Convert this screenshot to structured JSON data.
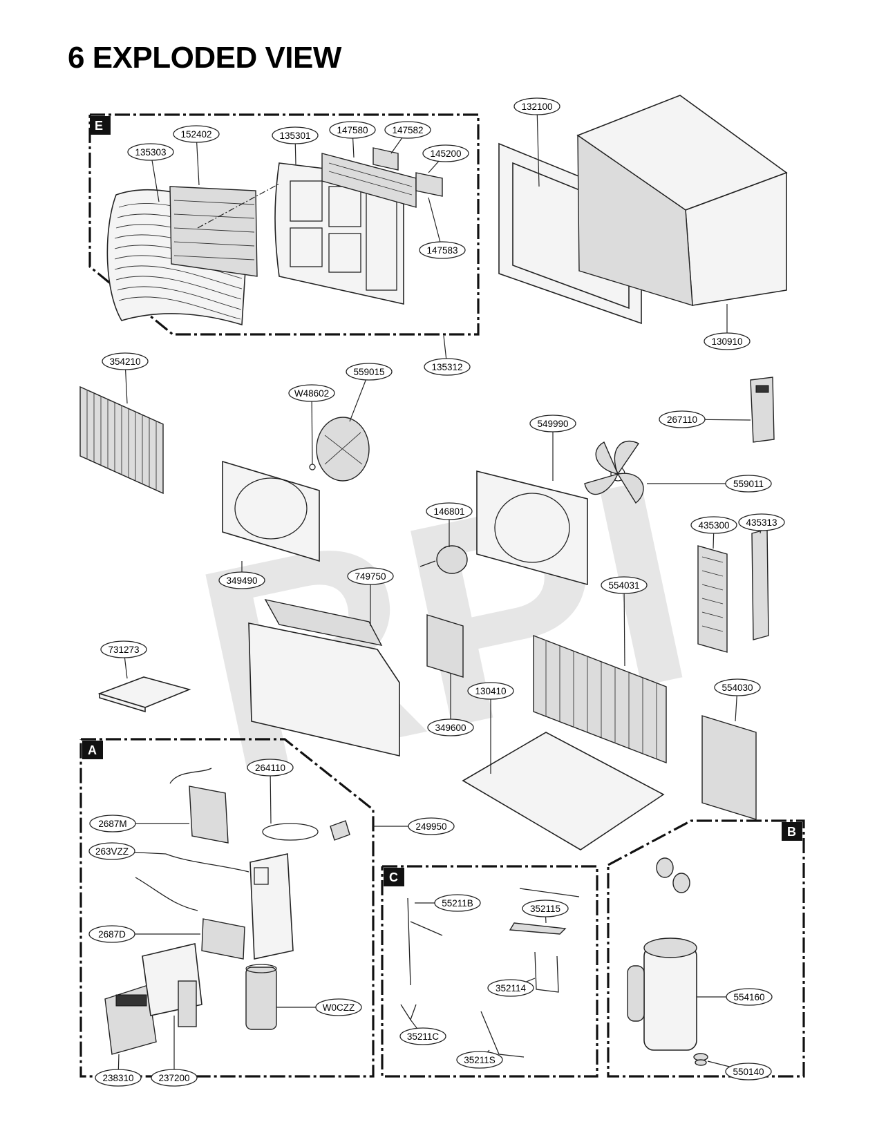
{
  "page": {
    "title": "6  EXPLODED VIEW",
    "watermark": "RPI"
  },
  "sections": [
    {
      "id": "E",
      "label": "E"
    },
    {
      "id": "A",
      "label": "A"
    },
    {
      "id": "B",
      "label": "B"
    },
    {
      "id": "C",
      "label": "C"
    }
  ],
  "callouts": [
    {
      "id": "p152402",
      "label": "152402"
    },
    {
      "id": "p135303",
      "label": "135303"
    },
    {
      "id": "p135301",
      "label": "135301"
    },
    {
      "id": "p147580",
      "label": "147580"
    },
    {
      "id": "p147582",
      "label": "147582"
    },
    {
      "id": "p145200",
      "label": "145200"
    },
    {
      "id": "p147583",
      "label": "147583"
    },
    {
      "id": "p132100",
      "label": "132100"
    },
    {
      "id": "p130910",
      "label": "130910"
    },
    {
      "id": "p135312",
      "label": "135312"
    },
    {
      "id": "p354210",
      "label": "354210"
    },
    {
      "id": "p559015",
      "label": "559015"
    },
    {
      "id": "pW48602",
      "label": "W48602"
    },
    {
      "id": "p267110",
      "label": "267110"
    },
    {
      "id": "p549990",
      "label": "549990"
    },
    {
      "id": "p559011",
      "label": "559011"
    },
    {
      "id": "p146801",
      "label": "146801"
    },
    {
      "id": "p435300",
      "label": "435300"
    },
    {
      "id": "p435313",
      "label": "435313"
    },
    {
      "id": "p349490",
      "label": "349490"
    },
    {
      "id": "p749750",
      "label": "749750"
    },
    {
      "id": "p554031",
      "label": "554031"
    },
    {
      "id": "p731273",
      "label": "731273"
    },
    {
      "id": "p130410",
      "label": "130410"
    },
    {
      "id": "p554030",
      "label": "554030"
    },
    {
      "id": "p349600",
      "label": "349600"
    },
    {
      "id": "p264110",
      "label": "264110"
    },
    {
      "id": "p2687M",
      "label": "2687M"
    },
    {
      "id": "p249950",
      "label": "249950"
    },
    {
      "id": "p263VZZ",
      "label": "263VZZ"
    },
    {
      "id": "p2687D",
      "label": "2687D"
    },
    {
      "id": "pW0CZZ",
      "label": "W0CZZ"
    },
    {
      "id": "p238310",
      "label": "238310"
    },
    {
      "id": "p237200",
      "label": "237200"
    },
    {
      "id": "p55211B",
      "label": "55211B"
    },
    {
      "id": "p352115",
      "label": "352115"
    },
    {
      "id": "p352114",
      "label": "352114"
    },
    {
      "id": "p35211C",
      "label": "35211C"
    },
    {
      "id": "p35211S",
      "label": "35211S"
    },
    {
      "id": "p554160",
      "label": "554160"
    },
    {
      "id": "p550140",
      "label": "550140"
    }
  ]
}
